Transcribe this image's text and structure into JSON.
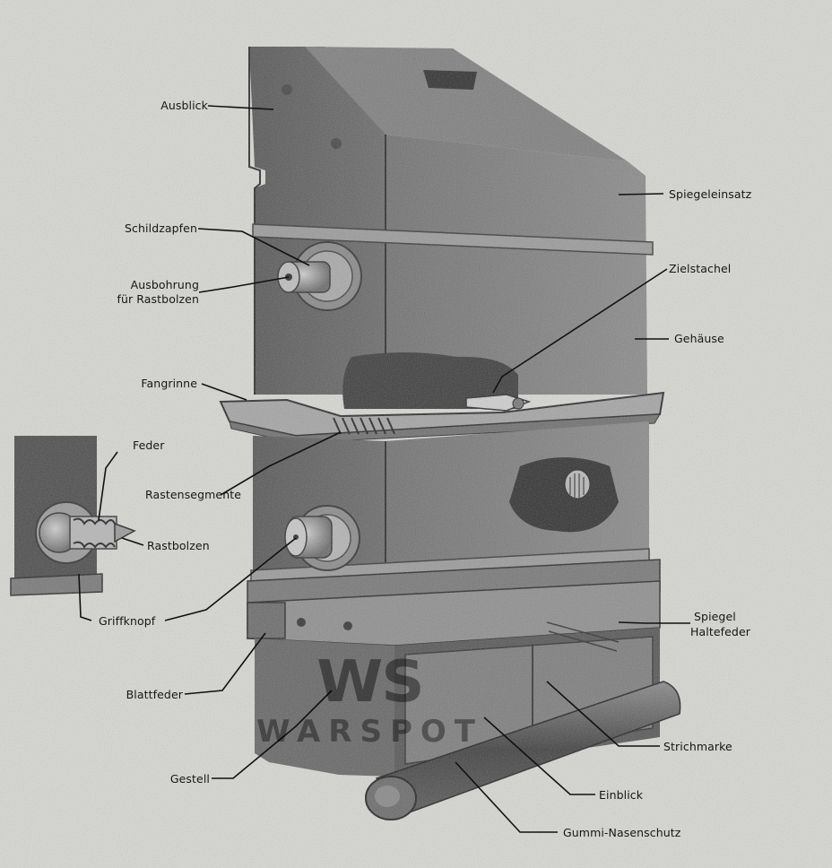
{
  "labels": {
    "ausblick": "Ausblick",
    "spiegeleinsatz": "Spiegeleinsatz",
    "schildzapfen": "Schildzapfen",
    "ausbohrung_line1": "Ausbohrung",
    "ausbohrung_line2": "für Rastbolzen",
    "zielstachel": "Zielstachel",
    "gehaeuse": "Gehäuse",
    "fangrinne": "Fangrinne",
    "feder": "Feder",
    "rastensegmente": "Rastensegmente",
    "rastbolzen": "Rastbolzen",
    "griffknopf": "Griffknopf",
    "spiegel_line1": "Spiegel",
    "spiegel_line2": "Haltefeder",
    "blattfeder": "Blattfeder",
    "strichmarke": "Strichmarke",
    "gestell": "Gestell",
    "einblick": "Einblick",
    "gummi": "Gummi-Nasenschutz"
  },
  "watermark": {
    "logo": "WS",
    "text": "WARSPOT"
  }
}
